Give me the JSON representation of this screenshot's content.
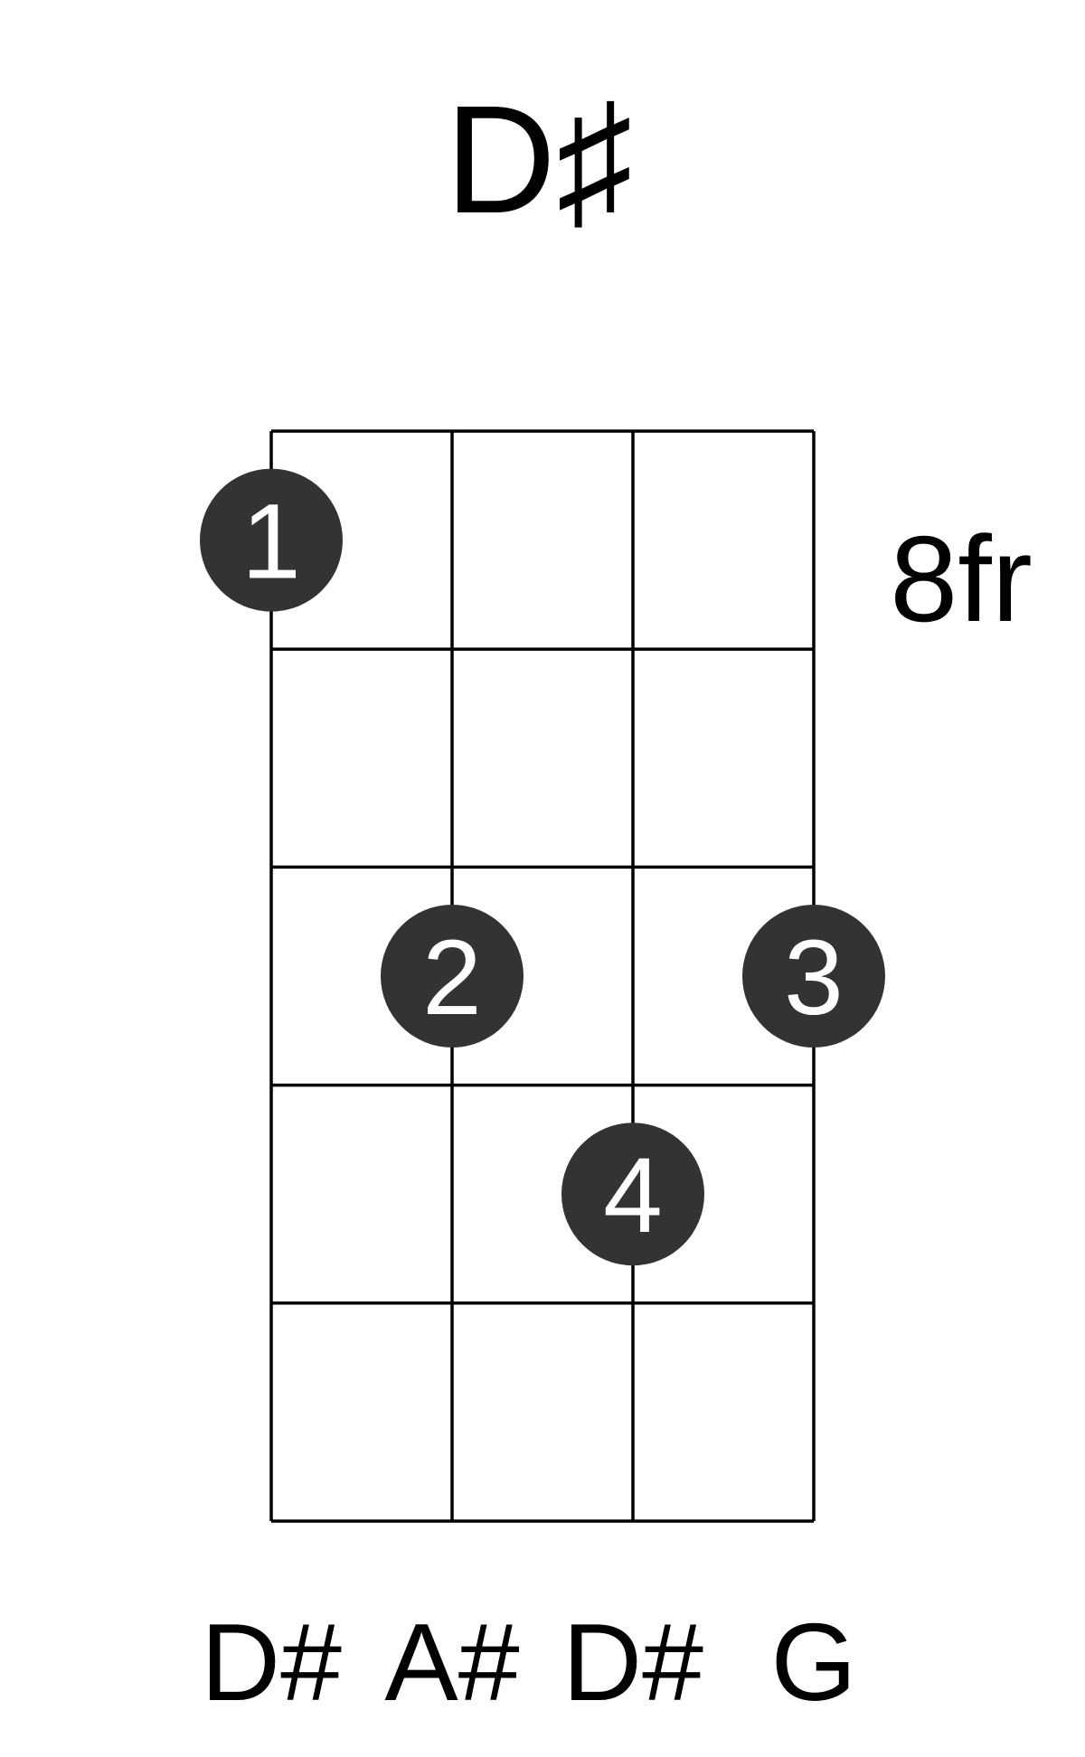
{
  "chord": {
    "name": "D♯",
    "fret_position": "8fr",
    "colors": {
      "line": "#000000",
      "dot": "#333333",
      "dot_text": "#ffffff",
      "background": "#ffffff"
    },
    "strings": [
      {
        "note": "D#"
      },
      {
        "note": "A#"
      },
      {
        "note": "D#"
      },
      {
        "note": "G"
      }
    ],
    "fret_count": 5,
    "fingers": [
      {
        "string": 1,
        "fret": 1,
        "finger": "1"
      },
      {
        "string": 2,
        "fret": 3,
        "finger": "2"
      },
      {
        "string": 4,
        "fret": 3,
        "finger": "3"
      },
      {
        "string": 3,
        "fret": 4,
        "finger": "4"
      }
    ]
  }
}
